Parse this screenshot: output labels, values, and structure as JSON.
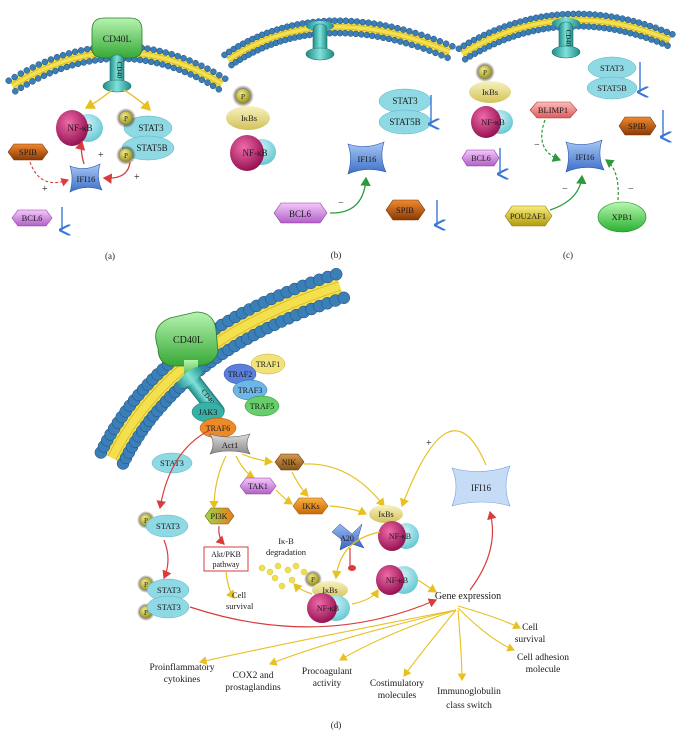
{
  "panels": {
    "a": {
      "caption": "(a)"
    },
    "b": {
      "caption": "(b)"
    },
    "c": {
      "caption": "(c)"
    },
    "d": {
      "caption": "(d)"
    }
  },
  "labels": {
    "cd40l": "CD40L",
    "cd40": "CD40",
    "p": "P",
    "plus": "+",
    "minus": "−",
    "nfkb": "NF-κB",
    "stat3": "STAT3",
    "stat5b": "STAT5B",
    "spib": "SPIB",
    "ifi16": "IFI16",
    "bcl6": "BCL6",
    "ikbs": "IκBs",
    "blimp1": "BLIMP1",
    "pou2af1": "POU2AF1",
    "xpb1": "XPB1",
    "traf1": "TRAF1",
    "traf2": "TRAF2",
    "traf3": "TRAF3",
    "traf5": "TRAF5",
    "traf6": "TRAF6",
    "jak3": "JAK3",
    "act1": "Act1",
    "nik": "NIK",
    "tak1": "TAK1",
    "ikks": "IKKs",
    "pi3k": "PI3K",
    "a20": "A20",
    "akt1": "Akt/PKB",
    "akt2": "pathway",
    "ikb_deg1": "Iκ-B",
    "ikb_deg2": "degradation",
    "cs1": "Cell",
    "cs2": "survival",
    "gene_expression": "Gene expression",
    "out_cell_survival_1": "Cell",
    "out_cell_survival_2": "survival",
    "out_adhesion_1": "Cell adhesion",
    "out_adhesion_2": "molecule",
    "out_immuno_1": "Immunoglobulin",
    "out_immuno_2": "class switch",
    "out_costim_1": "Costimulatory",
    "out_costim_2": "molecules",
    "out_procoag_1": "Procoagulant",
    "out_procoag_2": "activity",
    "out_cox2_1": "COX2 and",
    "out_cox2_2": "prostaglandins",
    "out_proinf_1": "Proinflammatory",
    "out_proinf_2": "cytokines"
  },
  "colors": {
    "membrane_bead": "#3b7fb8",
    "membrane_lipid": "#f4e04d",
    "cd40l": "#57c95a",
    "cd40": "#2aa5a0",
    "nfkb_magenta": "#c4176b",
    "nfkb_cyan": "#7fd4dc",
    "stat": "#8fd9e4",
    "spib": "#c85a10",
    "ifi16": "#5b8ee0",
    "bcl6": "#d78ae6",
    "ikbs": "#e9df8a",
    "phospho": "#c9c63e",
    "blimp1": "#ef7f7f",
    "pou2af1": "#d8c41a",
    "xpb1": "#43d04a",
    "down_arrow": "#3a78d6",
    "activation": "#e8c020",
    "inhibition_red": "#d83c3c",
    "activation_green": "#2a9a3a"
  }
}
